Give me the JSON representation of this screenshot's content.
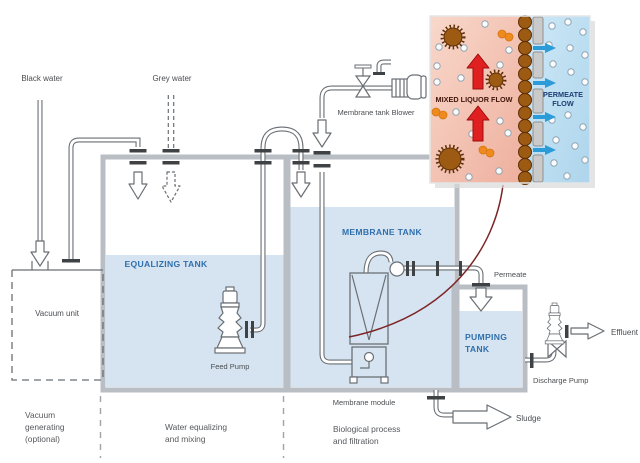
{
  "diagram": {
    "labels": {
      "black_water": "Black water",
      "grey_water": "Grey water",
      "membrane_tank_blower": "Membrane tank Blower",
      "vacuum_unit": "Vacuum unit",
      "equalizing_tank": "EQUALIZING TANK",
      "membrane_tank": "MEMBRANE TANK",
      "pumping_tank_line1": "PUMPING",
      "pumping_tank_line2": "TANK",
      "feed_pump": "Feed Pump",
      "membrane_module": "Membrane module",
      "permeate": "Permeate",
      "discharge_pump": "Discharge Pump",
      "effluent": "Effluent",
      "sludge": "Sludge"
    },
    "zones": {
      "vacuum": [
        "Vacuum",
        "generating",
        "(optional)"
      ],
      "equalizing": [
        "Water equalizing",
        "and mixing"
      ],
      "biological": [
        "Biological process",
        "and filtration"
      ]
    },
    "inset": {
      "mixed_liquor_flow": "MIXED LIQUOR FLOW",
      "permeate_flow_line1": "PERMEATE",
      "permeate_flow_line2": "FLOW"
    },
    "colors": {
      "water_fill": "#d6e4f1",
      "tank_border": "#b8bec4",
      "tank_label_blue": "#2f6fad",
      "pipe_grey": "#6a6f74",
      "inset_pink_start": "#f8d8cb",
      "inset_pink_end": "#eeae9c",
      "inset_blue_start": "#cde8f7",
      "inset_blue_end": "#aed5ec",
      "red_arrow": "#e02020",
      "blue_arrow": "#2b9cd8",
      "floc_brown": "#9c5a12",
      "peanut_orange": "#ef8b1e",
      "mixed_liquor_text": "#40150b",
      "permeate_text": "#1d3e73",
      "pointer_curve": "#7c2426"
    }
  }
}
